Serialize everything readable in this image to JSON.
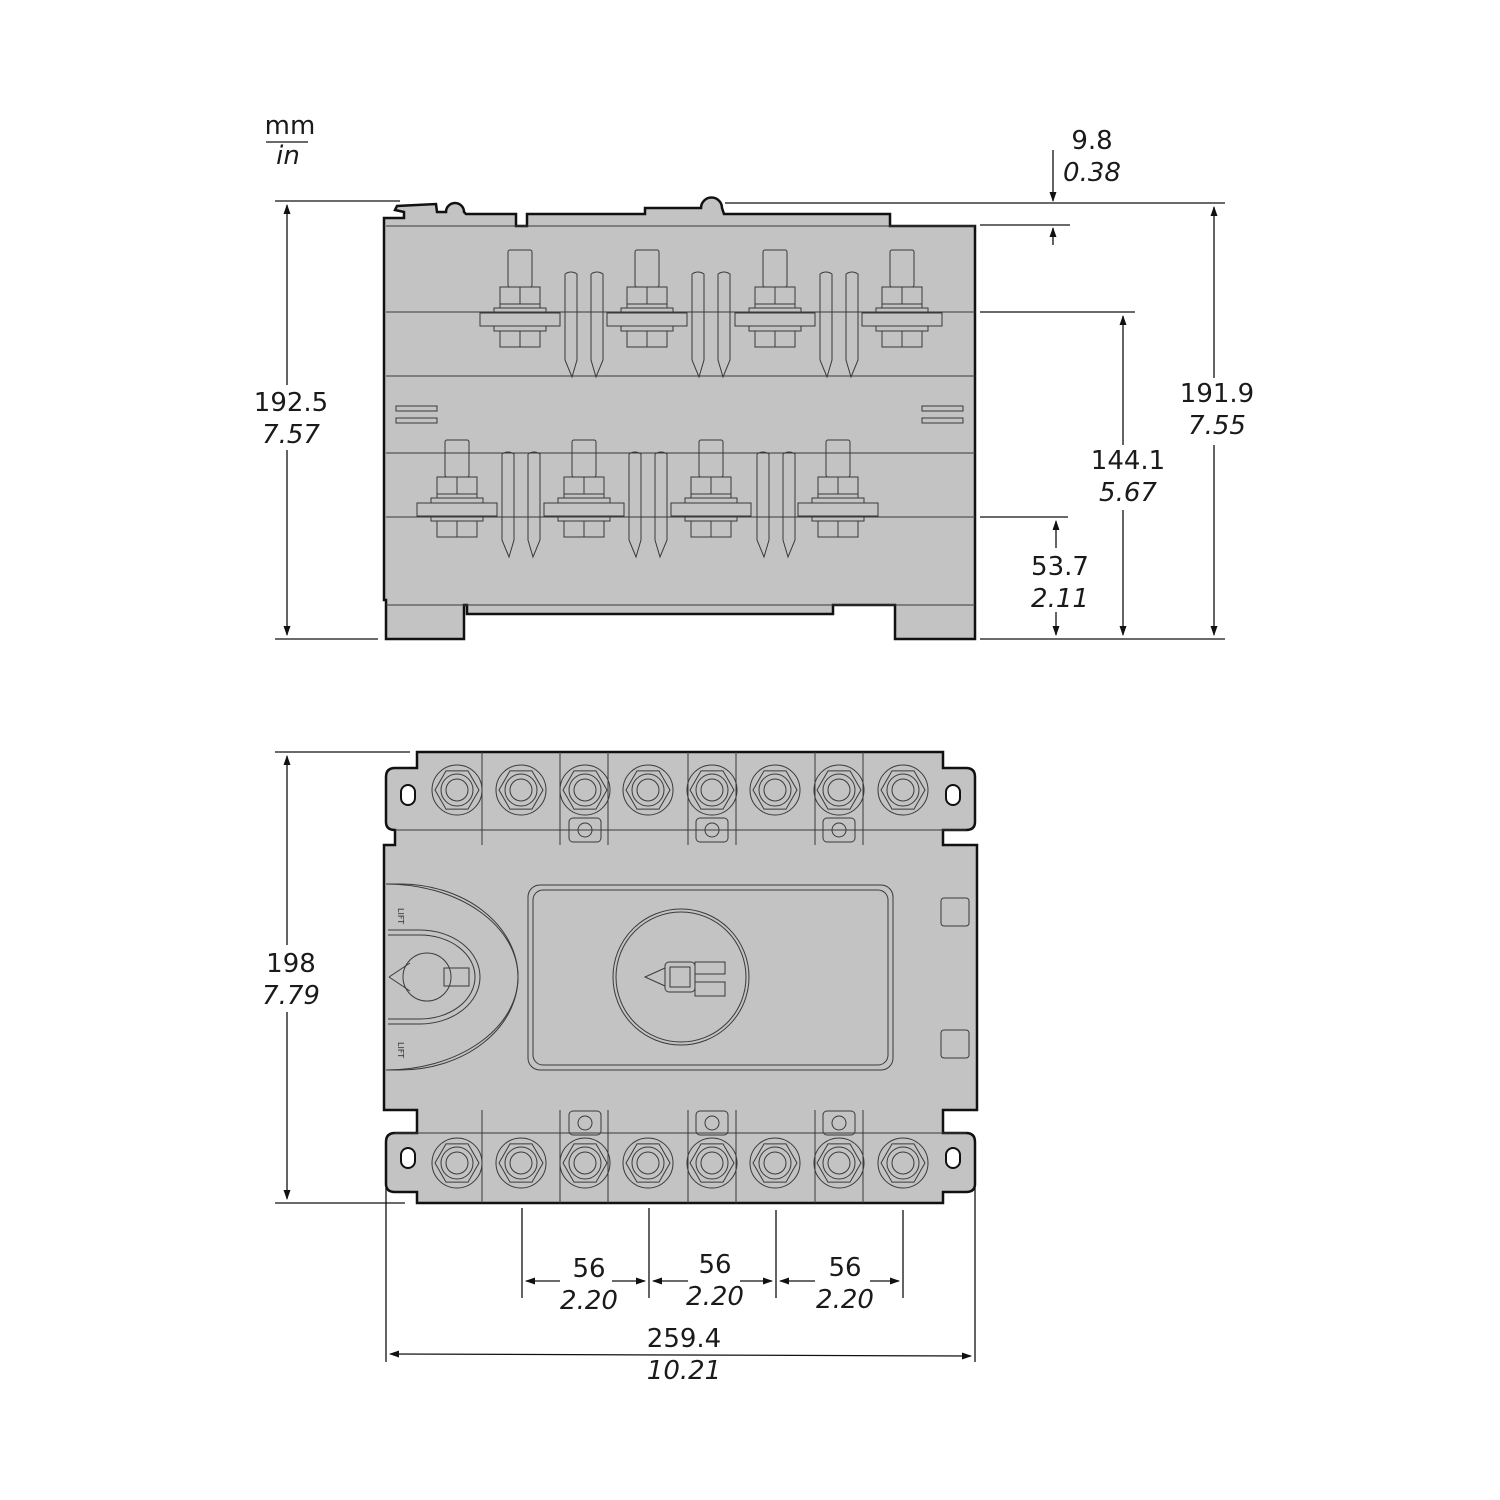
{
  "units": {
    "primary": "mm",
    "secondary": "in"
  },
  "dimensions": {
    "top_offset": {
      "mm": "9.8",
      "in": "0.38"
    },
    "left_height": {
      "mm": "192.5",
      "in": "7.57"
    },
    "right_height": {
      "mm": "191.9",
      "in": "7.55"
    },
    "upper_terminal_height": {
      "mm": "144.1",
      "in": "5.67"
    },
    "lower_terminal_height": {
      "mm": "53.7",
      "in": "2.11"
    },
    "depth": {
      "mm": "198",
      "in": "7.79"
    },
    "pitch_1": {
      "mm": "56",
      "in": "2.20"
    },
    "pitch_2": {
      "mm": "56",
      "in": "2.20"
    },
    "pitch_3": {
      "mm": "56",
      "in": "2.20"
    },
    "overall_width": {
      "mm": "259.4",
      "in": "10.21"
    }
  },
  "handle_labels": [
    "LIFT",
    "LIFT"
  ],
  "colors": {
    "body": "#c3c3c3",
    "line": "#111111"
  }
}
